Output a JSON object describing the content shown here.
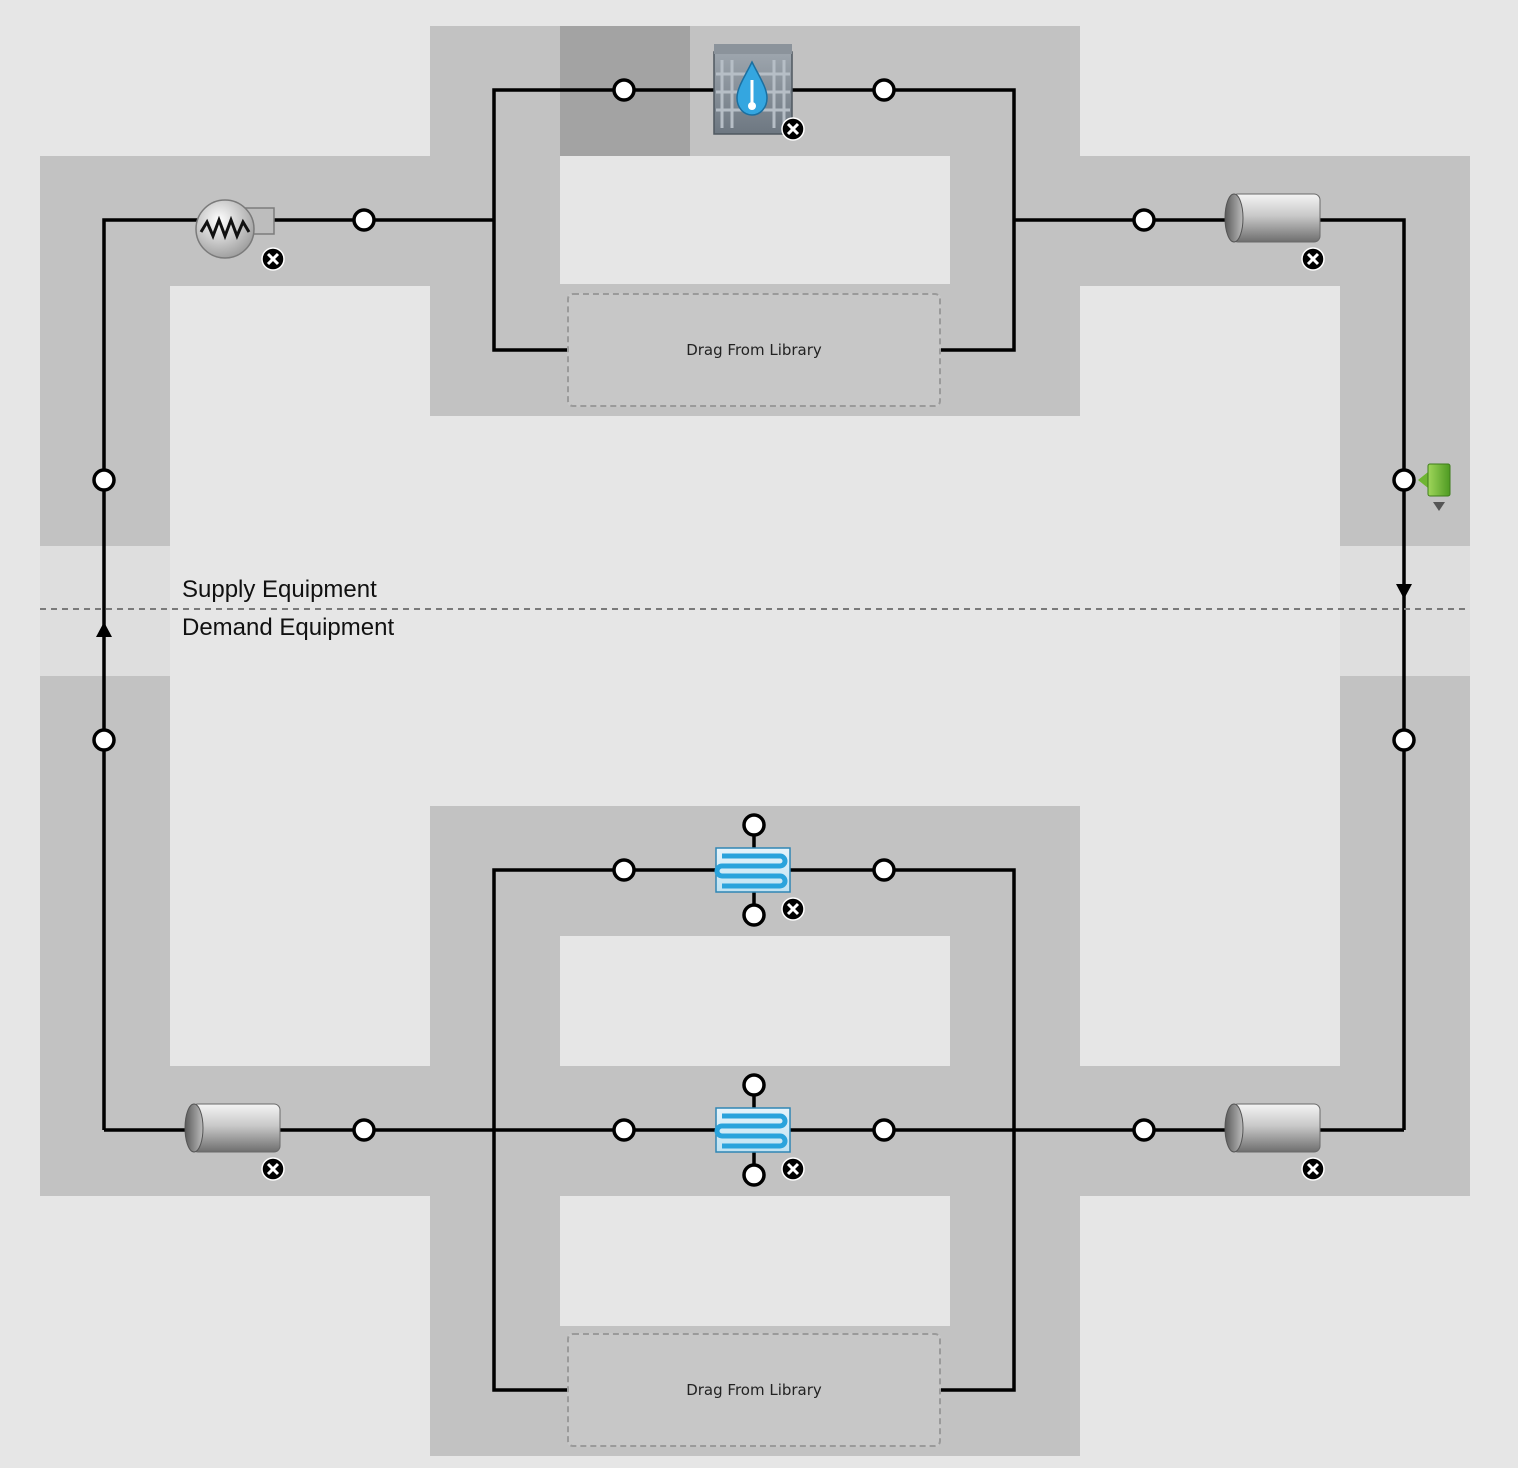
{
  "divider": {
    "supply_label": "Supply Equipment",
    "demand_label": "Demand Equipment"
  },
  "drop_zones": {
    "supply_branch": "Drag From Library",
    "demand_branch": "Drag From Library"
  },
  "components": [
    {
      "name": "boiler",
      "icon": "boiler-icon"
    },
    {
      "name": "supply-pump",
      "icon": "pump-icon"
    },
    {
      "name": "supply-outlet-pipe",
      "icon": "pipe-icon"
    },
    {
      "name": "demand-inlet-pipe",
      "icon": "pipe-icon"
    },
    {
      "name": "demand-outlet-pipe",
      "icon": "pipe-icon"
    },
    {
      "name": "water-coil-upper",
      "icon": "heating-coil-icon"
    },
    {
      "name": "water-coil-lower",
      "icon": "heating-coil-icon"
    },
    {
      "name": "setpoint-manager",
      "icon": "setpoint-manager-icon"
    }
  ],
  "colors": {
    "background": "#e6e6e6",
    "loop_band": "#c2c2c2",
    "selected_band": "#a3a3a3",
    "pipe": "#000000",
    "coil_accent": "#3aa7d8",
    "setpoint_manager": "#6fb532"
  }
}
